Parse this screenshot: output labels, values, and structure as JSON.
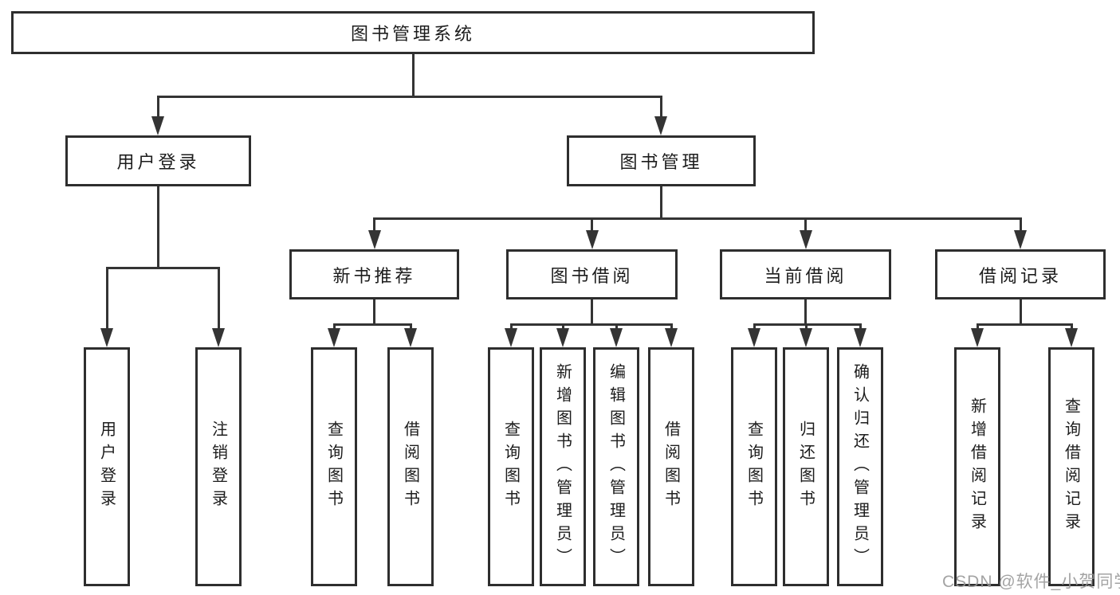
{
  "colors": {
    "background": "#ffffff",
    "line": "#343434",
    "box_border": "#2e2e2e",
    "text": "#1c1c1c",
    "watermark": "#969696"
  },
  "watermark": {
    "text": "CSDN @软件_小贺同学"
  },
  "tree": {
    "label": "图书管理系统",
    "children": [
      {
        "label": "用户登录",
        "children": [
          {
            "label": "用户登录"
          },
          {
            "label": "注销登录"
          }
        ]
      },
      {
        "label": "图书管理",
        "children": [
          {
            "label": "新书推荐",
            "children": [
              {
                "label": "查询图书"
              },
              {
                "label": "借阅图书"
              }
            ]
          },
          {
            "label": "图书借阅",
            "children": [
              {
                "label": "查询图书"
              },
              {
                "label": "新增图书（管理员）"
              },
              {
                "label": "编辑图书（管理员）"
              },
              {
                "label": "借阅图书"
              }
            ]
          },
          {
            "label": "当前借阅",
            "children": [
              {
                "label": "查询图书"
              },
              {
                "label": "归还图书"
              },
              {
                "label": "确认归还（管理员）"
              }
            ]
          },
          {
            "label": "借阅记录",
            "children": [
              {
                "label": "新增借阅记录"
              },
              {
                "label": "查询借阅记录"
              }
            ]
          }
        ]
      }
    ]
  }
}
